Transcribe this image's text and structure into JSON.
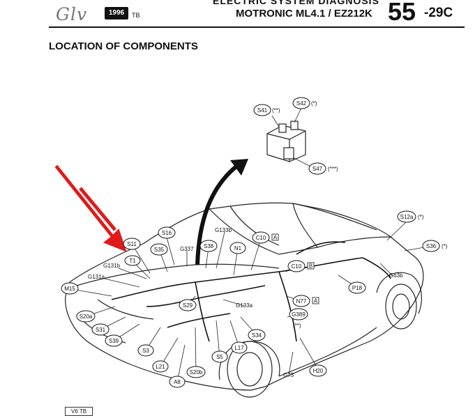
{
  "header": {
    "logo_text": "Glv",
    "year_badge": "1996",
    "year_suffix": "TB",
    "system_line1": "ELECTRIC SYSTEM DIAGNOSIS",
    "system_line2": "MOTRONIC ML4.1 / EZ212K",
    "page_number": "55",
    "page_suffix": "-29C"
  },
  "title": "LOCATION OF COMPONENTS",
  "footer": "V6 TB",
  "components": {
    "S41": "S41",
    "S41_note": "(**)",
    "S42": "S42",
    "S42_note": "(*)",
    "S47": "S47",
    "S47_note": "(***)",
    "S12a": "S12a",
    "S12a_note": "(*)",
    "S36": "S36",
    "S36_note": "(*)",
    "S16": "S16",
    "S11": "S11",
    "T1": "T1",
    "S35": "S35",
    "G337": "G337",
    "S38": "S38",
    "G133b": "G133b",
    "N1": "N1",
    "C10a": "C10",
    "C10a_box": "A",
    "C10b": "C10",
    "C10b_box": "B",
    "G131b": "G131b",
    "G131a": "G131a",
    "M15": "M15",
    "S29": "S29",
    "G133a": "G133a",
    "N77": "N77",
    "N77_box": "A",
    "P18": "P18",
    "G63b": "G63b",
    "G389": "G389",
    "G389_note": "(**)",
    "S20a": "S20a",
    "S31": "S31",
    "S39": "S39",
    "S3": "S3",
    "L21": "L21",
    "A8": "A8",
    "S20b": "S20b",
    "S5": "S5",
    "L17": "L17",
    "S34": "S34",
    "H20": "H20",
    "G73": "G73"
  }
}
